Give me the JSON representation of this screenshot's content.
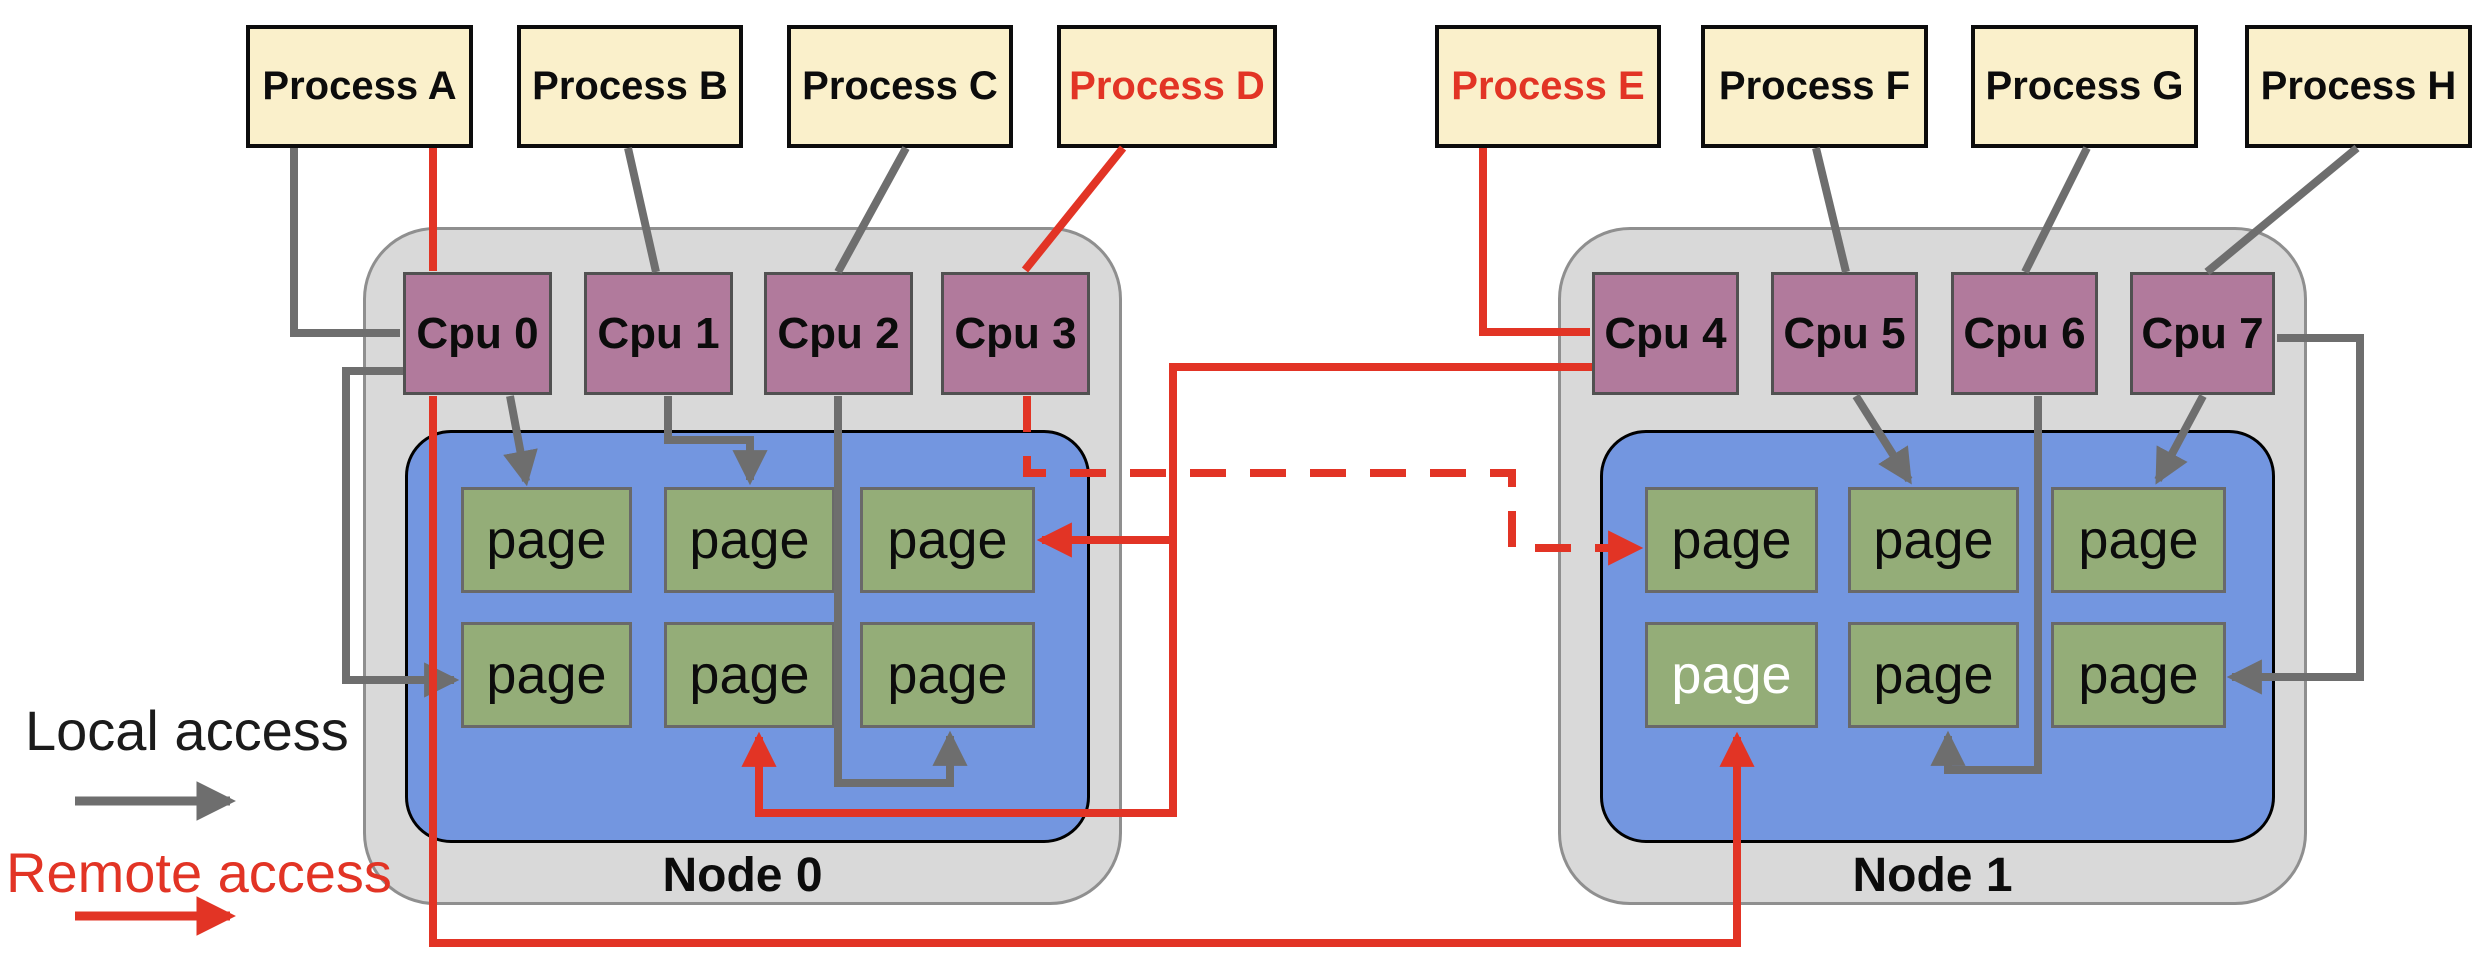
{
  "legend": {
    "local_label": "Local access",
    "remote_label": "Remote access"
  },
  "colors": {
    "background": "#ffffff",
    "process_fill": "#faf0cb",
    "process_border": "#0c0c0c",
    "process_text": "#0c0c0c",
    "process_text_highlight": "#e23425",
    "cpu_fill": "#b17a9c",
    "cpu_border": "#515151",
    "node_fill": "#d9d9d9",
    "node_border": "#8f8f8f",
    "memory_fill": "#7396e0",
    "memory_border": "#000000",
    "page_fill": "#94ad78",
    "page_border": "#696969",
    "page_text_dark": "#0c0c0c",
    "page_text_light": "#ffffff",
    "local_access_color": "#6e6e6e",
    "remote_access_color": "#e23425"
  },
  "processes": [
    {
      "id": "a",
      "label": "Process A",
      "highlight": false
    },
    {
      "id": "b",
      "label": "Process B",
      "highlight": false
    },
    {
      "id": "c",
      "label": "Process C",
      "highlight": false
    },
    {
      "id": "d",
      "label": "Process D",
      "highlight": true
    },
    {
      "id": "e",
      "label": "Process E",
      "highlight": true
    },
    {
      "id": "f",
      "label": "Process F",
      "highlight": false
    },
    {
      "id": "g",
      "label": "Process G",
      "highlight": false
    },
    {
      "id": "h",
      "label": "Process H",
      "highlight": false
    }
  ],
  "nodes": [
    {
      "id": "node-0",
      "label": "Node 0",
      "cpus": [
        {
          "label": "Cpu 0"
        },
        {
          "label": "Cpu 1"
        },
        {
          "label": "Cpu 2"
        },
        {
          "label": "Cpu 3"
        }
      ],
      "pages": [
        {
          "label": "page",
          "light_text": false
        },
        {
          "label": "page",
          "light_text": false
        },
        {
          "label": "page",
          "light_text": false
        },
        {
          "label": "page",
          "light_text": false
        },
        {
          "label": "page",
          "light_text": false
        },
        {
          "label": "page",
          "light_text": false
        }
      ]
    },
    {
      "id": "node-1",
      "label": "Node 1",
      "cpus": [
        {
          "label": "Cpu 4"
        },
        {
          "label": "Cpu 5"
        },
        {
          "label": "Cpu 6"
        },
        {
          "label": "Cpu 7"
        }
      ],
      "pages": [
        {
          "label": "page",
          "light_text": false
        },
        {
          "label": "page",
          "light_text": false
        },
        {
          "label": "page",
          "light_text": false
        },
        {
          "label": "page",
          "light_text": true
        },
        {
          "label": "page",
          "light_text": false
        },
        {
          "label": "page",
          "light_text": false
        }
      ]
    }
  ]
}
